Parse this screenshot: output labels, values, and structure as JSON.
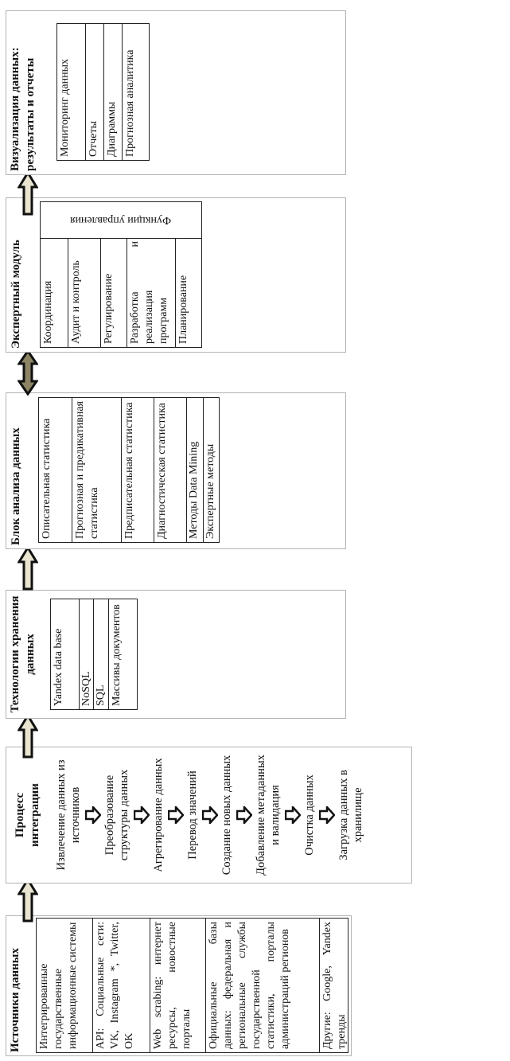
{
  "sources": {
    "title": "Источники данных",
    "items": [
      "Интегрированные государственные информационные системы",
      "API: Социальные сети: VK, Instagram *, Twitter, OK",
      "Web scrabing: интернет ресурсы, новостные порталы",
      "Официальные базы данных: федеральная и региональные службы государственной статистики, порталы администраций регионов",
      "Другие: Google, Yandex тренды"
    ]
  },
  "integration": {
    "title": "Процесс интеграции",
    "steps": [
      "Извлечение данных из источников",
      "Преобразование структуры данных",
      "Агрегирование данных",
      "Перевод значений",
      "Создание новых данных",
      "Добавление метаданных и валидация",
      "Очистка данных",
      "Загрузка данных в хранилище"
    ]
  },
  "storage": {
    "title": "Технологии хранения данных",
    "items": [
      "Yandex data base",
      "NoSQL",
      "SQL",
      "Массивы документов"
    ]
  },
  "analysis": {
    "title": "Блок анализа данных",
    "items": [
      "Описательная статистика",
      "Прогнозная и предикативная статистика",
      "Предписательная статистика",
      "Диагностическая статистика",
      "Методы Data Mining",
      "Экспертные методы"
    ]
  },
  "expert": {
    "title": "Экспертный модуль",
    "header": "Функции управления",
    "items": [
      "Координация",
      "Аудит и контроль",
      "Регулирование",
      "Разработка и реализация программ",
      "Планирование"
    ]
  },
  "visualization": {
    "title": "Визуализация данных: результаты и отчеты",
    "items": [
      "Мониторинг данных",
      "Отчеты",
      "Диаграммы",
      "Прогнозная аналитика"
    ]
  },
  "colors": {
    "block_border": "#b3b3b3",
    "arrow_fill": "#e8e4d0",
    "double_arrow_fill": "#8c8463"
  }
}
